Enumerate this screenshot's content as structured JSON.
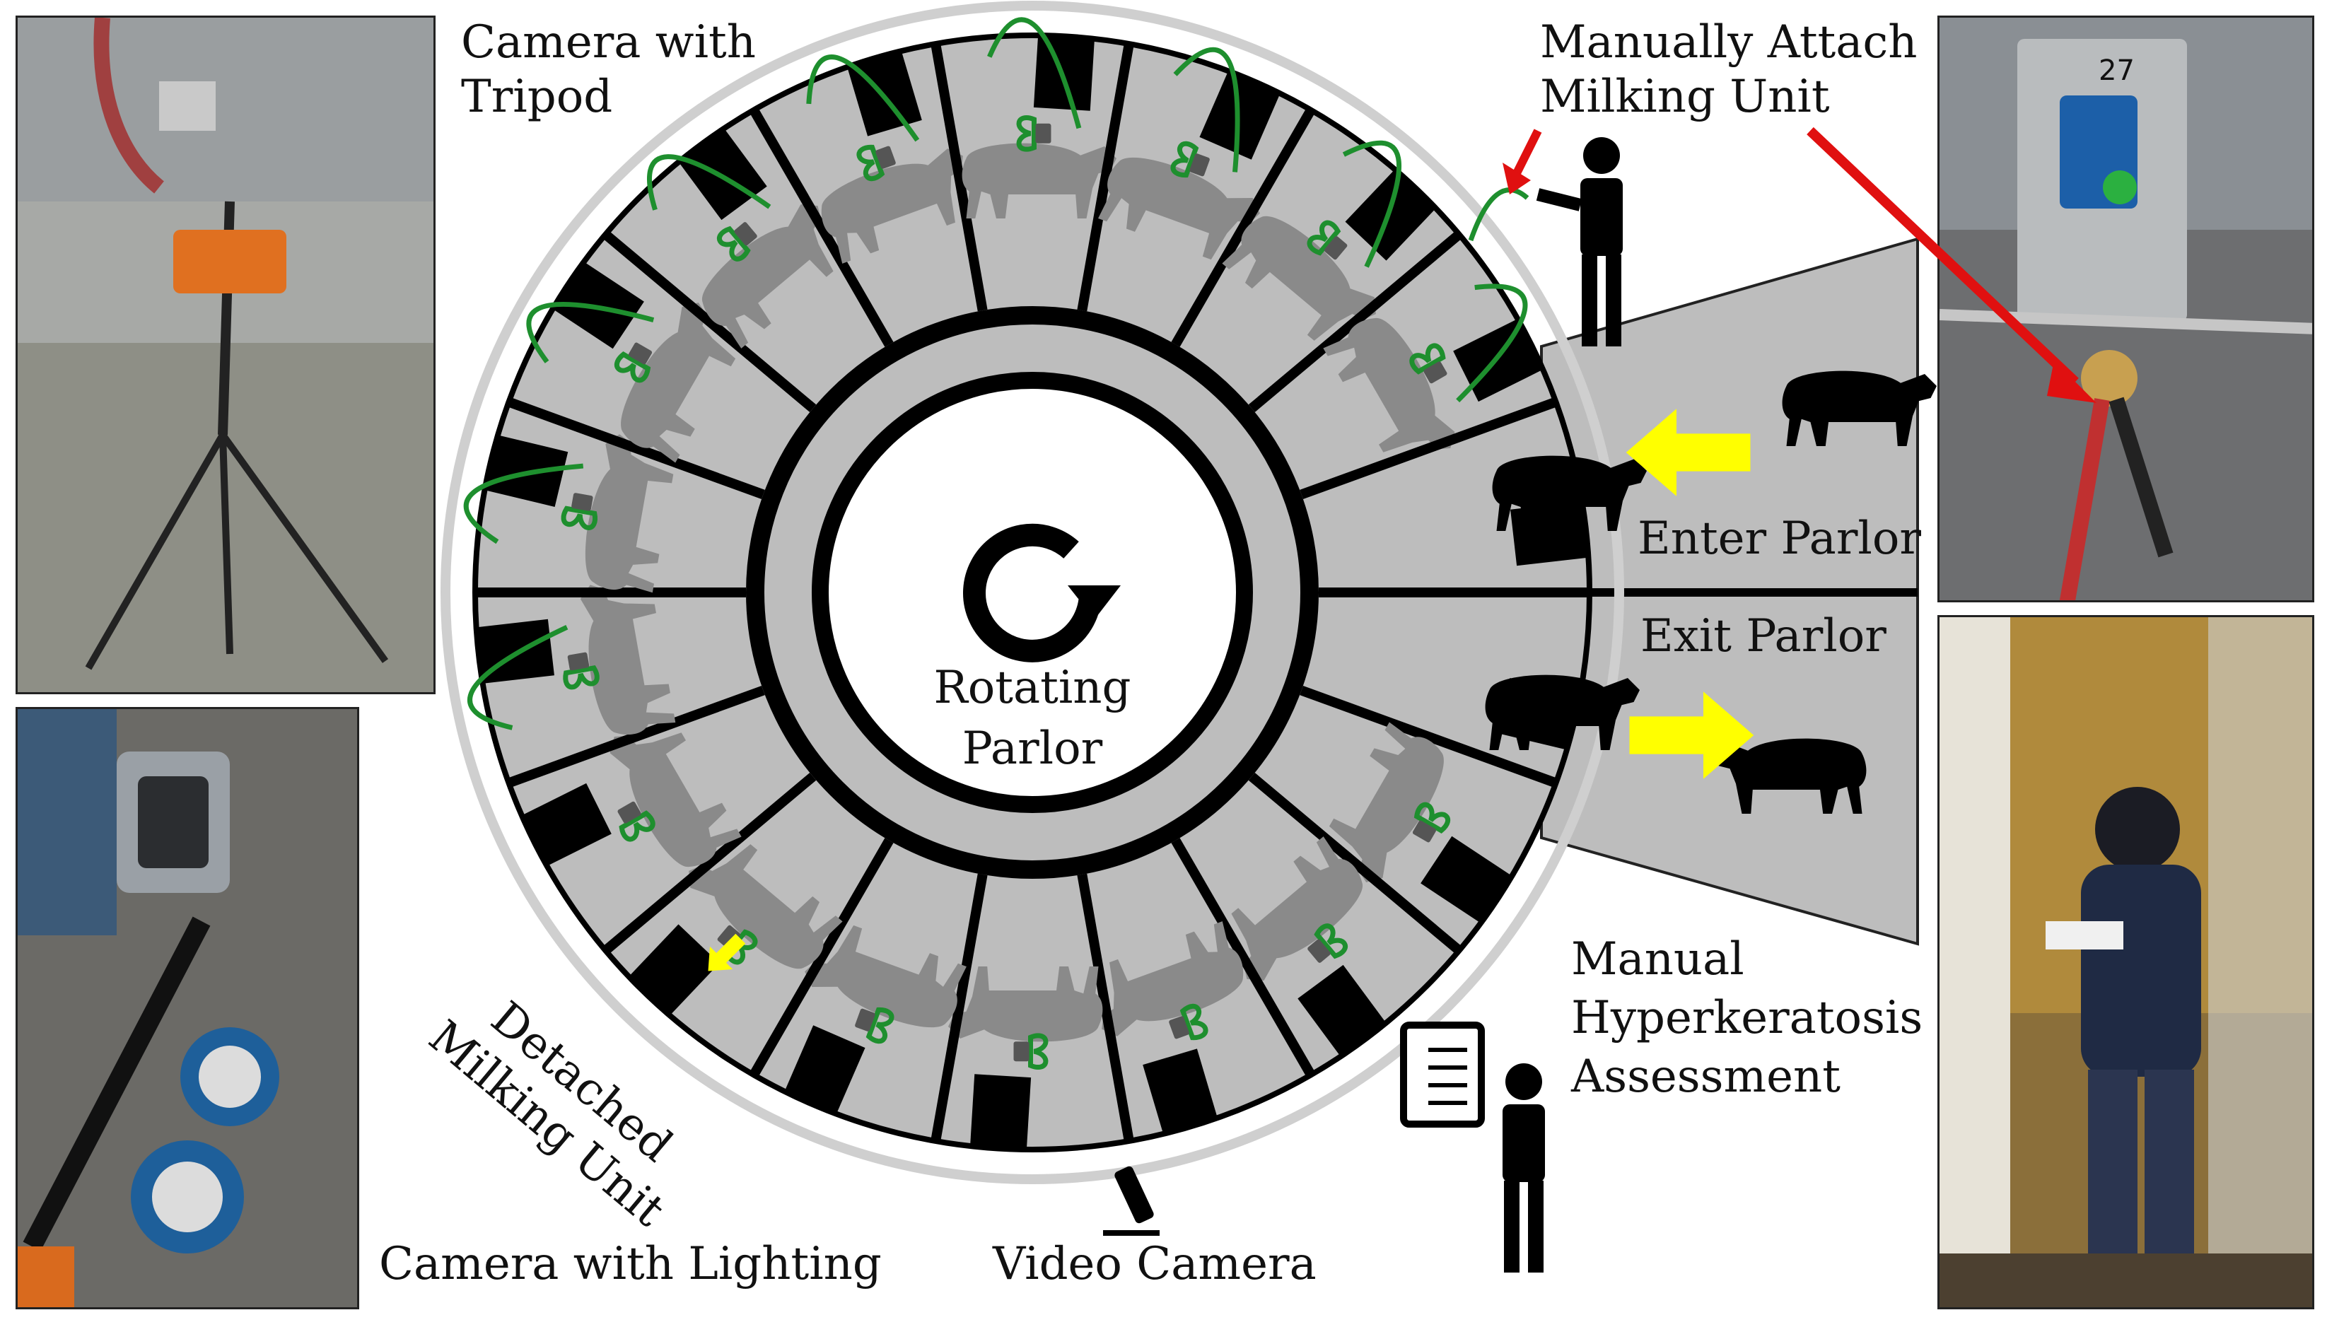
{
  "labels": {
    "camera_tripod": "Camera with\nTripod",
    "manual_attach": "Manually Attach\nMilking Unit",
    "enter_parlor": "Enter Parlor",
    "exit_parlor": "Exit Parlor",
    "rotating_parlor": "Rotating\nParlor",
    "manual_hk": "Manual\nHyperkeratosis\nAssessment",
    "detached_unit": "Detached\nMilking Unit",
    "camera_lighting": "Camera with Lighting",
    "video_camera": "Video Camera"
  },
  "photo_sign_number": "27",
  "colors": {
    "stall_fill": "#bdbdbd",
    "wall": "#000000",
    "outer_ring": "#cfcfcf",
    "cow_on_platform": "#8a8a8a",
    "hose_green": "#1e8f2e",
    "arrow_red": "#e01010",
    "arrow_yellow": "#ffff00"
  }
}
